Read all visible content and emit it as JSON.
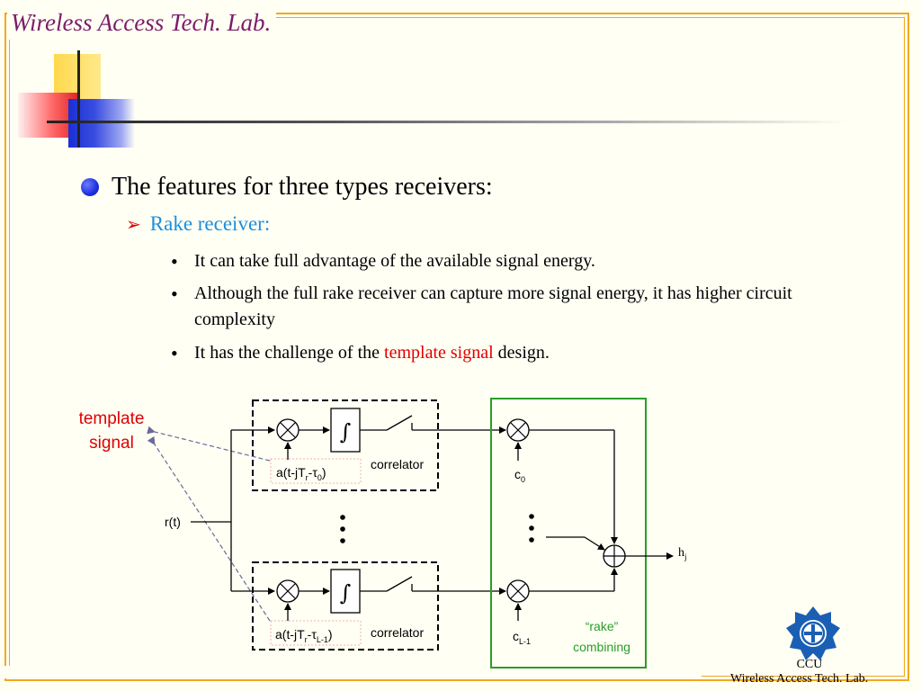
{
  "header": {
    "title": "Wireless Access Tech. Lab."
  },
  "slide": {
    "heading": "The features for three types receivers:",
    "subheading": "Rake receiver:",
    "points": [
      {
        "text": "It can take full advantage of the available signal energy."
      },
      {
        "text": "Although the full rake receiver can capture more signal energy, it has higher circuit complexity"
      },
      {
        "before": "It has the challenge of the ",
        "highlight": "template signal",
        "after": " design."
      }
    ]
  },
  "diagram": {
    "template_line1": "template",
    "template_line2": "signal",
    "input_label": "r(t)",
    "integral_symbol": "∫",
    "correlator_label": "correlator",
    "top_template_a": "a(t-jT",
    "top_template_sub_r": "r",
    "top_template_b": "-τ",
    "top_template_sub_0": "0",
    "top_template_c": ")",
    "bottom_template_sub_L": "L-1",
    "coef_c": "c",
    "coef_sub_0": "0",
    "coef_sub_L": "L-1",
    "output_h": "h",
    "output_sub_j": "j",
    "combining_line1": "“rake”",
    "combining_line2": "combining"
  },
  "footer": {
    "org": "CCU",
    "lab": "Wireless Access Tech. Lab."
  },
  "colors": {
    "frame": "#f2a81d",
    "title": "#7b1c6a",
    "accent_blue": "#1a8fe0",
    "accent_red": "#e00000",
    "combining_box": "#2a9d2a"
  }
}
